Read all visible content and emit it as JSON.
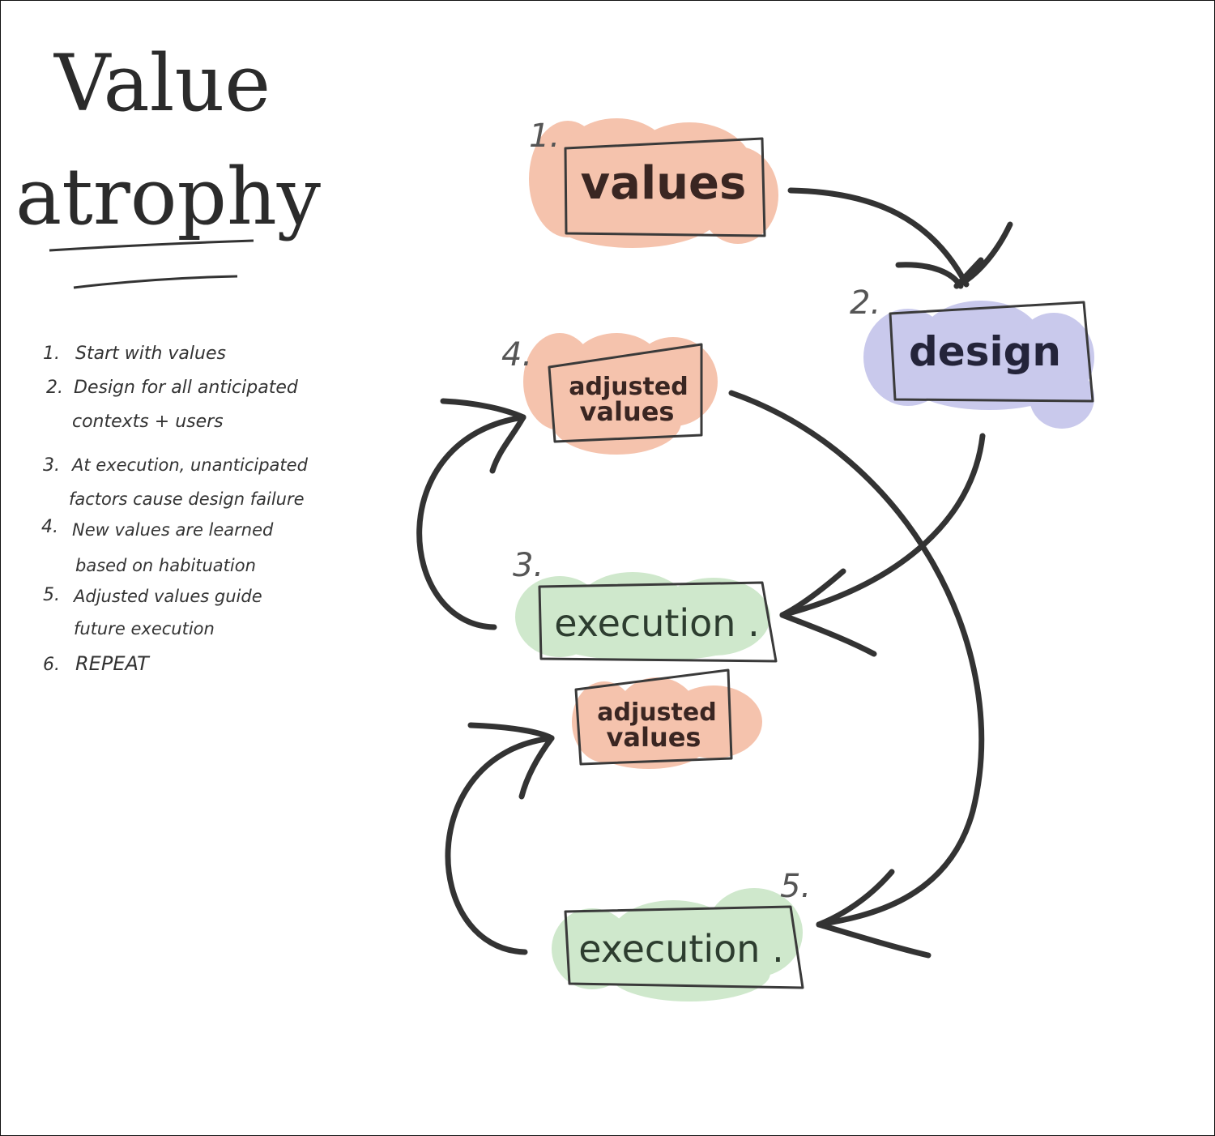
{
  "title": {
    "line1": "Value",
    "line2": "atrophy"
  },
  "steps": [
    {
      "num": "1.",
      "lines": [
        "Start with values"
      ]
    },
    {
      "num": "2.",
      "lines": [
        "Design for all anticipated",
        "contexts + users"
      ]
    },
    {
      "num": "3.",
      "lines": [
        "At execution, unanticipated",
        "factors cause design failure"
      ]
    },
    {
      "num": "4.",
      "lines": [
        "New values are learned",
        "based on habituation"
      ]
    },
    {
      "num": "5.",
      "lines": [
        "Adjusted values guide",
        "future execution"
      ]
    },
    {
      "num": "6.",
      "lines": [
        "REPEAT"
      ]
    }
  ],
  "nodes": {
    "values": {
      "label": "values",
      "num": "1."
    },
    "design": {
      "label": "design",
      "num": "2."
    },
    "execution_1": {
      "label": "execution .",
      "num": "3."
    },
    "adjusted_1": {
      "label_line1": "adjusted",
      "label_line2": "values",
      "num": "4."
    },
    "adjusted_2": {
      "label_line1": "adjusted",
      "label_line2": "values"
    },
    "execution_2": {
      "label": "execution .",
      "num": "5."
    }
  },
  "colors": {
    "values_highlight": "#f5c3ad",
    "design_highlight": "#c9c9ec",
    "execution_highlight": "#cfe8cc",
    "ink": "#2f2f2f"
  }
}
